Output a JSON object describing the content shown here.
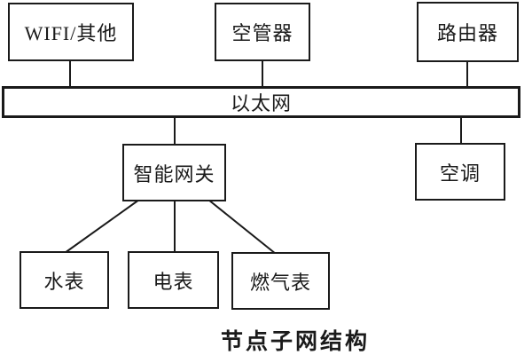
{
  "colors": {
    "line": "#1a1a1a",
    "background": "#ffffff",
    "text": "#1a1a1a"
  },
  "diagram": {
    "caption": "节点子网结构",
    "bus": {
      "id": "ethernet-bus",
      "label": "以太网"
    },
    "nodes": [
      {
        "id": "wifi",
        "label": "WIFI/其他"
      },
      {
        "id": "air-controller",
        "label": "空管器"
      },
      {
        "id": "router",
        "label": "路由器"
      },
      {
        "id": "smart-gateway",
        "label": "智能网关"
      },
      {
        "id": "air-conditioner",
        "label": "空调"
      },
      {
        "id": "water-meter",
        "label": "水表"
      },
      {
        "id": "electric-meter",
        "label": "电表"
      },
      {
        "id": "gas-meter",
        "label": "燃气表"
      }
    ],
    "edges": [
      {
        "from": "wifi",
        "to": "ethernet-bus"
      },
      {
        "from": "air-controller",
        "to": "ethernet-bus"
      },
      {
        "from": "router",
        "to": "ethernet-bus"
      },
      {
        "from": "ethernet-bus",
        "to": "smart-gateway"
      },
      {
        "from": "ethernet-bus",
        "to": "air-conditioner"
      },
      {
        "from": "smart-gateway",
        "to": "water-meter"
      },
      {
        "from": "smart-gateway",
        "to": "electric-meter"
      },
      {
        "from": "smart-gateway",
        "to": "gas-meter"
      }
    ]
  }
}
